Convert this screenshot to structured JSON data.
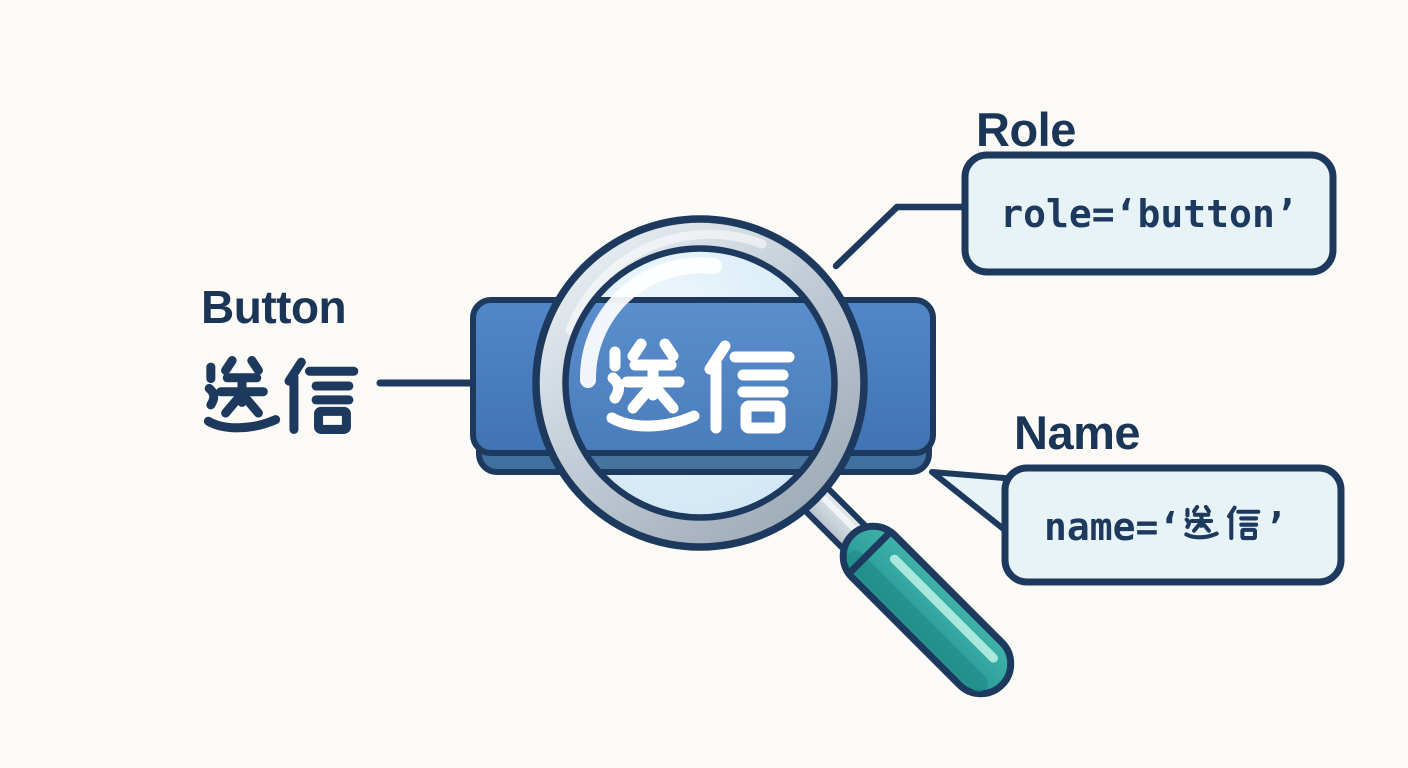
{
  "diagram": {
    "title_concept": "button accessibility role and name",
    "button": {
      "label": "送信",
      "external_heading": "Button",
      "external_label": "送信"
    },
    "role_annotation": {
      "heading": "Role",
      "code": "role=‘button’"
    },
    "name_annotation": {
      "heading": "Name",
      "code": "name=‘送信’",
      "code_prefix": "name=‘",
      "code_kanji": "送信",
      "code_suffix": "’"
    },
    "colors": {
      "background": "#fbfaf7",
      "navy_outline": "#1d3a5e",
      "heading_text": "#1b3557",
      "button_blue_top": "#5187c8",
      "button_blue_bottom": "#4173b4",
      "button_shadow_edge": "#40709f",
      "lens_glass": "#d6eaf6",
      "annotation_box_fill": "#e7f3f6",
      "rim_silver": "#c3cdd7",
      "handle_teal": "#35a8a2",
      "handle_teal_dark": "#1f8c87",
      "handle_highlight": "#aae8de",
      "lens_text": "#ffffff"
    }
  }
}
